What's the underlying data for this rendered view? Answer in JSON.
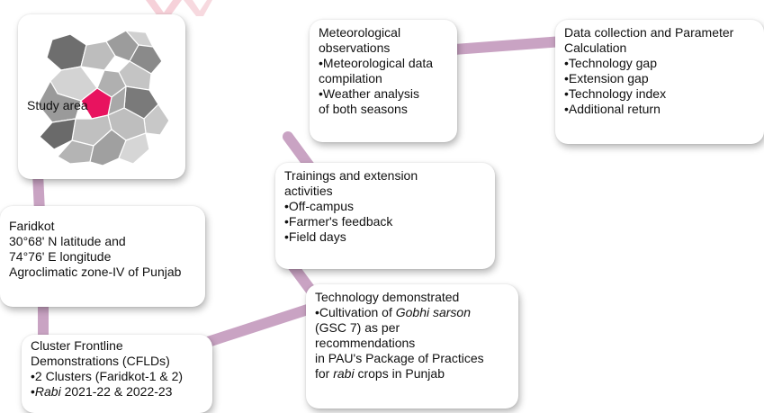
{
  "colors": {
    "connector": "#c9a3c3",
    "highlight": "#e8135f",
    "map_light": "#c8c8c8",
    "map_dark": "#6e6e6e"
  },
  "study_area": {
    "label": "Study area",
    "icon": "punjab-map-icon"
  },
  "meteorological": {
    "lines": [
      "Meteorological",
      "observations",
      "•Meteorological data",
      "compilation",
      "•Weather analysis",
      "of both seasons"
    ]
  },
  "data_collection": {
    "lines": [
      "Data collection and Parameter",
      "Calculation",
      "•Technology gap",
      "•Extension gap",
      "•Technology index",
      "•Additional return"
    ]
  },
  "trainings": {
    "lines": [
      "Trainings and extension",
      "activities",
      "•Off-campus",
      "•Farmer's feedback",
      "•Field days"
    ]
  },
  "faridkot": {
    "lines": [
      "Faridkot",
      "30°68' N latitude and",
      "74°76' E longitude",
      "Agroclimatic zone-IV of Punjab"
    ]
  },
  "technology": {
    "line1": "Technology demonstrated",
    "line2_pre": "•Cultivation of ",
    "line2_italic": "Gobhi sarson",
    "line3": "(GSC 7) as per",
    "line4": "recommendations",
    "line5": "in PAU's Package of Practices",
    "line6_pre": "for ",
    "line6_italic": "rabi",
    "line6_post": " crops in Punjab"
  },
  "cfld": {
    "line1": "Cluster Frontline",
    "line2": "Demonstrations (CFLDs)",
    "line3": "•2 Clusters (Faridkot-1 & 2)",
    "line4_pre": "•",
    "line4_italic": "Rabi",
    "line4_post": " 2021-22 & 2022-23"
  }
}
